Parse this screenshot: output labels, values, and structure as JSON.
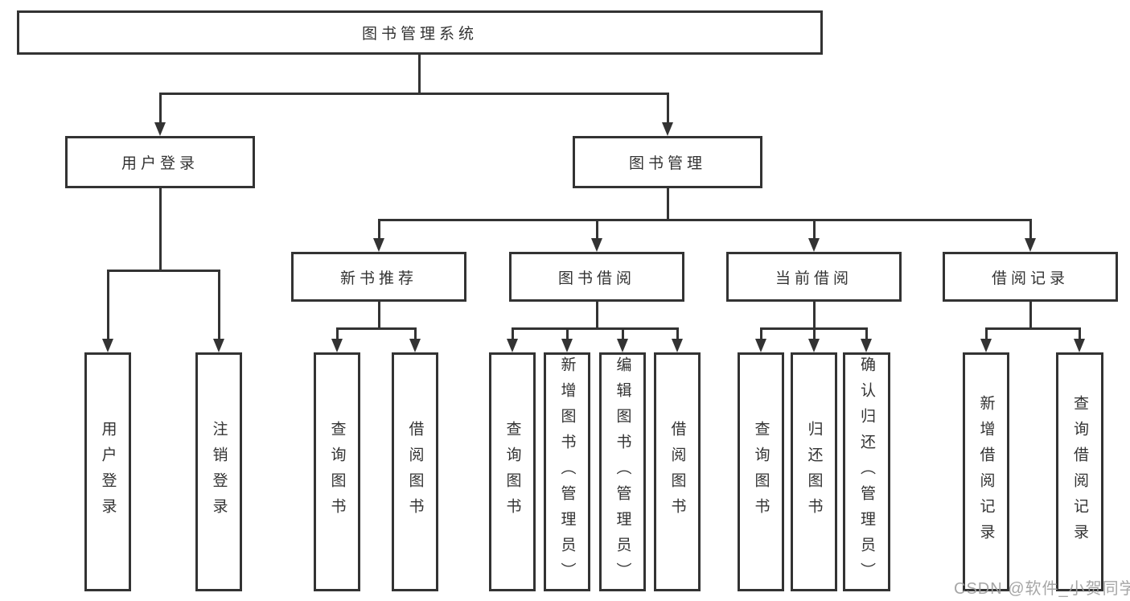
{
  "diagram": {
    "type": "hierarchy-tree",
    "root": {
      "label": "图书管理系统"
    },
    "level2": [
      {
        "label": "用户登录"
      },
      {
        "label": "图书管理"
      }
    ],
    "level3": [
      {
        "label": "新书推荐",
        "parent": "图书管理"
      },
      {
        "label": "图书借阅",
        "parent": "图书管理"
      },
      {
        "label": "当前借阅",
        "parent": "图书管理"
      },
      {
        "label": "借阅记录",
        "parent": "图书管理"
      }
    ],
    "leaves": {
      "user_login": [
        {
          "label": "用户登录"
        },
        {
          "label": "注销登录"
        }
      ],
      "new_book": [
        {
          "label": "查询图书"
        },
        {
          "label": "借阅图书"
        }
      ],
      "book_borrow": [
        {
          "label": "查询图书"
        },
        {
          "label": "新增图书（管理员）"
        },
        {
          "label": "编辑图书（管理员）"
        },
        {
          "label": "借阅图书"
        }
      ],
      "current_borrow": [
        {
          "label": "查询图书"
        },
        {
          "label": "归还图书"
        },
        {
          "label": "确认归还（管理员）"
        }
      ],
      "borrow_record": [
        {
          "label": "新增借阅记录"
        },
        {
          "label": "查询借阅记录"
        }
      ]
    }
  },
  "style": {
    "line_color": "#333333",
    "text_color": "#333333",
    "box_background": "#ffffff",
    "page_background": "#ffffff",
    "watermark_color": "#9e9e9e"
  },
  "watermark": {
    "text": "CSDN @软件_小贺同学"
  }
}
